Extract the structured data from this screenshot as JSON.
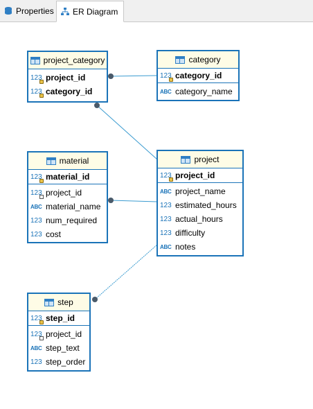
{
  "tabs": [
    {
      "label": "Properties",
      "icon": "database-stack-icon"
    },
    {
      "label": "ER Diagram",
      "icon": "er-diagram-icon"
    }
  ],
  "entities": {
    "project_category": {
      "title": "project_category",
      "pk_rows": [
        {
          "type": "123",
          "label": "project_id"
        },
        {
          "type": "123",
          "label": "category_id"
        }
      ],
      "rows": []
    },
    "category": {
      "title": "category",
      "pk_rows": [
        {
          "type": "123",
          "label": "category_id"
        }
      ],
      "rows": [
        {
          "type": "ABC",
          "label": "category_name"
        }
      ]
    },
    "material": {
      "title": "material",
      "pk_rows": [
        {
          "type": "123",
          "label": "material_id"
        }
      ],
      "rows": [
        {
          "type": "123",
          "label": "project_id"
        },
        {
          "type": "ABC",
          "label": "material_name"
        },
        {
          "type": "123",
          "label": "num_required"
        },
        {
          "type": "123",
          "label": "cost"
        }
      ]
    },
    "project": {
      "title": "project",
      "pk_rows": [
        {
          "type": "123",
          "label": "project_id"
        }
      ],
      "rows": [
        {
          "type": "ABC",
          "label": "project_name"
        },
        {
          "type": "123",
          "label": "estimated_hours"
        },
        {
          "type": "123",
          "label": "actual_hours"
        },
        {
          "type": "123",
          "label": "difficulty"
        },
        {
          "type": "ABC",
          "label": "notes"
        }
      ]
    },
    "step": {
      "title": "step",
      "pk_rows": [
        {
          "type": "123",
          "label": "step_id"
        }
      ],
      "rows": [
        {
          "type": "123",
          "label": "project_id"
        },
        {
          "type": "ABC",
          "label": "step_text"
        },
        {
          "type": "123",
          "label": "step_order"
        }
      ]
    }
  },
  "colors": {
    "border": "#1a73b8",
    "header_bg": "#fefce6",
    "link": "#3a9bd0",
    "dot": "#4a5a6a"
  }
}
